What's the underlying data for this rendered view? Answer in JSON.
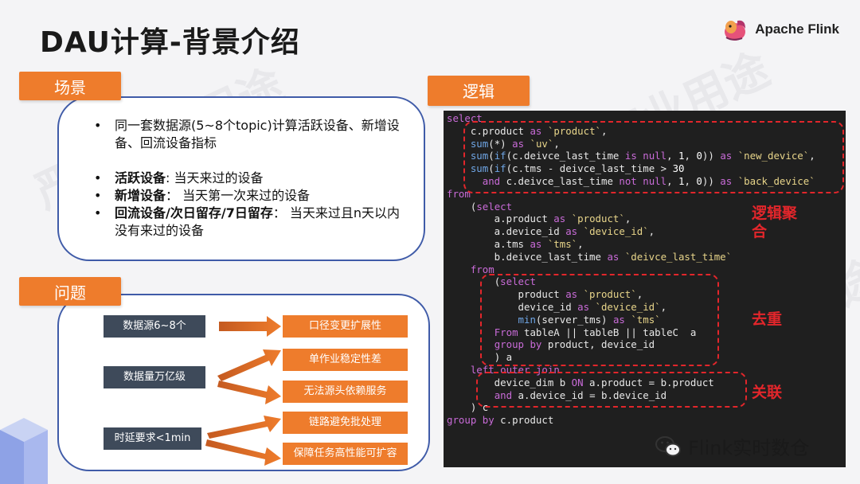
{
  "title": "DAU计算-背景介绍",
  "brand": "Apache Flink",
  "footer": "Flink实时数仓",
  "watermark": "严禁商业用途",
  "scene": {
    "label": "场景",
    "items": [
      {
        "text": "同一套数据源(5~8个topic)计算活跃设备、新增设备、回流设备指标"
      },
      {
        "bold": "活跃设备",
        "text": ": 当天来过的设备"
      },
      {
        "bold": "新增设备",
        "text": "： 当天第一次来过的设备"
      },
      {
        "bold": "回流设备/次日留存/7日留存",
        "text": "： 当天来过且n天以内没有来过的设备"
      }
    ]
  },
  "problem": {
    "label": "问题",
    "causes": [
      "数据源6~8个",
      "数据量万亿级",
      "时延要求<1min"
    ],
    "effects": [
      "口径变更扩展性",
      "单作业稳定性差",
      "无法源头依赖服务",
      "链路避免批处理",
      "保障任务高性能可扩容"
    ]
  },
  "logic": {
    "label": "逻辑",
    "annotations": {
      "agg": "逻辑聚合",
      "dedup": "去重",
      "join": "关联"
    },
    "code": [
      "select",
      "    c.product as `product`,",
      "    sum(*) as `uv`,",
      "    sum(if(c.deivce_last_time is null, 1, 0)) as `new_device`,",
      "    sum(if(c.tms - deivce_last_time > 30",
      "      and c.deivce_last_time not null, 1, 0)) as `back_device`",
      "from",
      "    (select",
      "        a.product as `product`,",
      "        a.device_id as `device_id`,",
      "        a.tms as `tms`,",
      "        b.deivce_last_time as `deivce_last_time`",
      "    from",
      "        (select",
      "            product as `product`,",
      "            device_id as `device_id`,",
      "            min(server_tms) as `tms`",
      "        From tableA || tableB || tableC  a",
      "        group by product, device_id",
      "        ) a",
      "    left outer join",
      "        device_dim b ON a.product = b.product",
      "        and a.device_id = b.device_id",
      "    ) c",
      "group by c.product"
    ]
  },
  "colors": {
    "orange": "#ee7c2c",
    "blue_border": "#3f5ba8",
    "dark_box": "#3e4a5a",
    "red_dash": "#e2262b",
    "code_bg": "#1f1f1f"
  }
}
